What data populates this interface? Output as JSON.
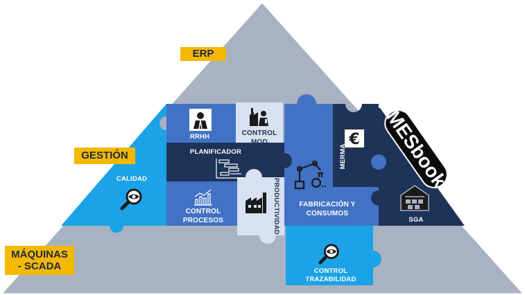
{
  "levels": {
    "erp": "ERP",
    "gestion": "GESTIÓN",
    "maquinas": "MÁQUINAS\n- SCADA"
  },
  "pieces": {
    "rrhh": "RRHH",
    "control_mod": "CONTROL\nMOD",
    "planificador": "PLANIFICADOR",
    "calidad": "CALIDAD",
    "control_procesos": "CONTROL\nPROCESOS",
    "productividad": "PRODUCTIVIDAD",
    "merma": "MERMA",
    "fabricacion": "FABRICACIÓN Y\nCONSUMOS",
    "sga": "SGA",
    "control_trazabilidad": "CONTROL\nTRAZABILIDAD"
  },
  "logo": {
    "text": "MESbook"
  },
  "colors": {
    "pyramid": "#a9b2c1",
    "navy": "#1e3358",
    "royal": "#4172c4",
    "sky": "#1ca2e6",
    "pale": "#d7e1ef",
    "mustard": "#f5b800"
  },
  "icons": [
    "worker-icon",
    "supervisor-factory-icon",
    "gantt-chart-icon",
    "magnifier-eye-icon",
    "growth-chart-icon",
    "factory-icon",
    "euro-icon",
    "robot-arm-icon",
    "warehouse-icon"
  ]
}
